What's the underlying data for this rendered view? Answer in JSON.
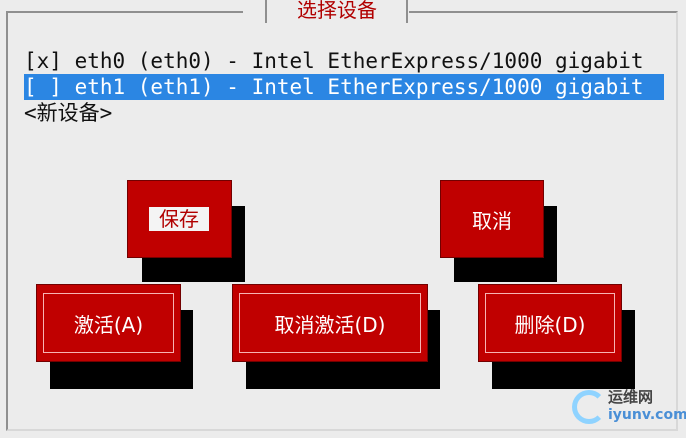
{
  "dialog": {
    "title": "选择设备"
  },
  "devices": [
    {
      "label": "[x] eth0 (eth0) - Intel EtherExpress/1000 gigabit",
      "selected": false
    },
    {
      "label": "[ ] eth1 (eth1) - Intel EtherExpress/1000 gigabit",
      "selected": true
    },
    {
      "label": "<新设备>",
      "selected": false
    }
  ],
  "buttons": {
    "save": "保存",
    "cancel": "取消",
    "activate": "激活(A)",
    "deactivate": "取消激活(D)",
    "delete": "删除(D)"
  },
  "watermark": {
    "label": "运维网",
    "url": "iyunv.com"
  },
  "colors": {
    "accent_red": "#c00000",
    "selection_blue": "#2b86e3",
    "background": "#ececec"
  }
}
